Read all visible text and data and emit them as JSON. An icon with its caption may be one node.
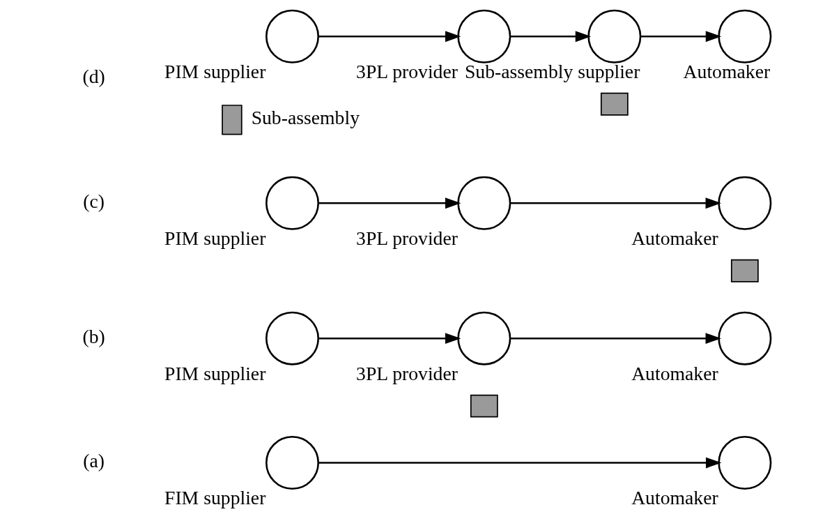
{
  "diagram": {
    "nodes": [
      {
        "text": [
          "FIM supplier"
        ]
      },
      {
        "text": [
          "Automaker"
        ]
      },
      {
        "text": [
          "PIM supplier"
        ]
      },
      {
        "text": [
          "3PL provider"
        ]
      },
      {
        "text": [],
        "shape": "box"
      },
      {
        "text": [
          "Automaker"
        ]
      },
      {
        "text": [
          "PIM supplier"
        ]
      },
      {
        "text": [
          "3PL provider"
        ]
      },
      {
        "text": [
          "Automaker"
        ]
      },
      {
        "text": [],
        "shape": "box"
      },
      {
        "text": [
          "PIM supplier"
        ]
      },
      {
        "text": [
          "3PL provider"
        ]
      },
      {
        "text": [
          "Sub-assembly supplier"
        ]
      },
      {
        "text": [],
        "shape": "box"
      },
      {
        "text": [
          "Automaker"
        ]
      }
    ],
    "edges": [
      {
        "from": 0,
        "to": 1,
        "arrow": "to"
      },
      {
        "from": 2,
        "to": 3,
        "arrow": "to"
      },
      {
        "from": 3,
        "to": 5,
        "arrow": "to"
      },
      {
        "from": 6,
        "to": 7,
        "arrow": "to"
      },
      {
        "from": 7,
        "to": 8,
        "arrow": "to"
      },
      {
        "from": 10,
        "to": 11,
        "arrow": "to"
      },
      {
        "from": 11,
        "to": 12,
        "arrow": "to"
      },
      {
        "from": 12,
        "to": 14,
        "arrow": "to"
      }
    ],
    "labels": [
      "(a)",
      "(b)",
      "(c)",
      "(d)"
    ],
    "legend": [
      {
        "text": "Sub-assembly"
      }
    ]
  }
}
